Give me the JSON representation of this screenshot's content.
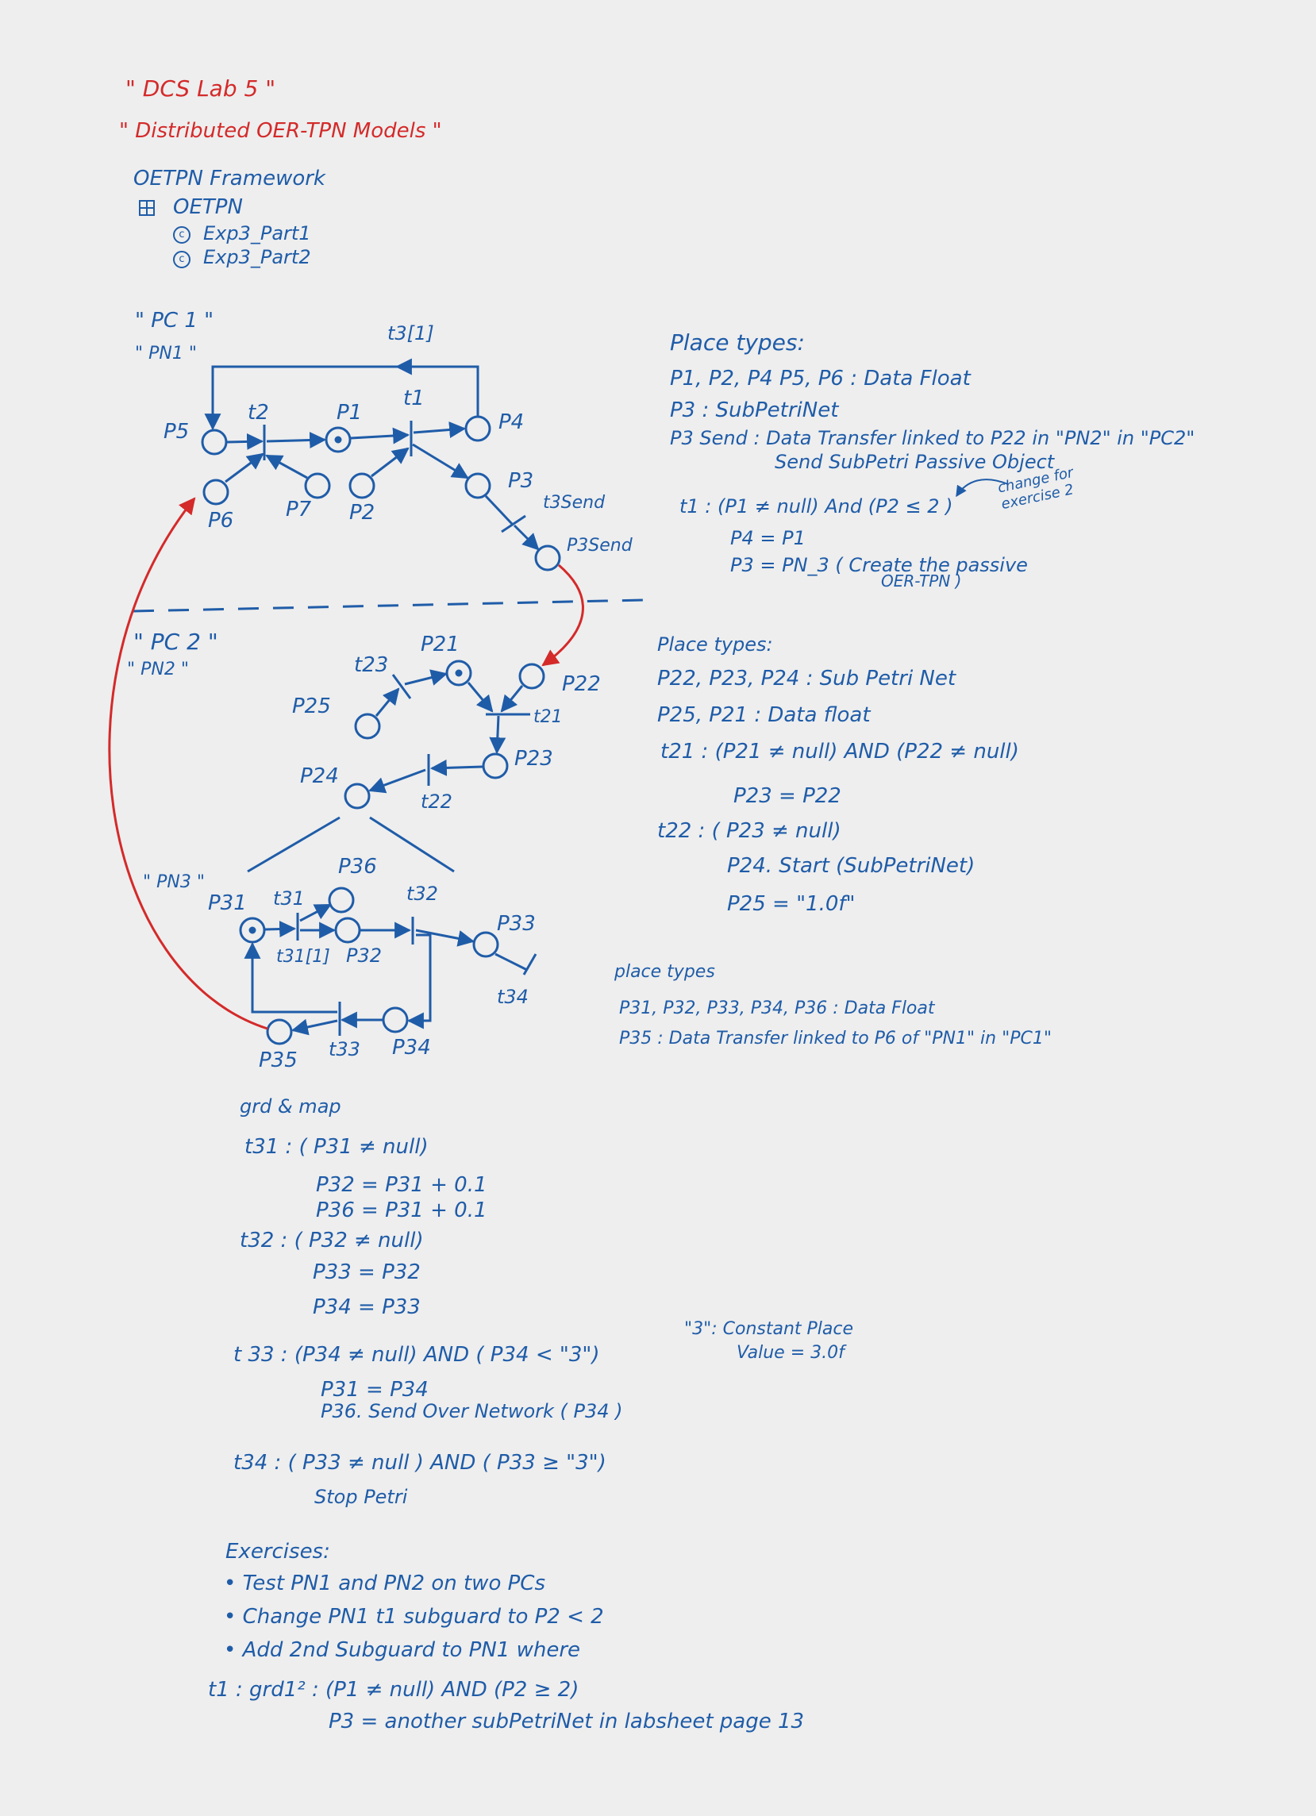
{
  "colors": {
    "ink": "#1f5ca8",
    "red": "#d42a2a",
    "paper": "#eeeeee"
  },
  "header": {
    "title": "\" DCS Lab 5 \"",
    "subtitle": "\" Distributed OER-TPN Models \"",
    "framework": "OETPN Framework",
    "tree_root": "OETPN",
    "tree_items": [
      "Exp3_Part1",
      "Exp3_Part2"
    ]
  },
  "pc1": {
    "pc_label": "\" PC 1 \"",
    "pn_label": "\" PN1 \"",
    "nodes": {
      "p5": "P5",
      "p1": "P1",
      "p4": "P4",
      "p6": "P6",
      "p7": "P7",
      "p2": "P2",
      "p3": "P3",
      "p3send": "P3Send",
      "t2": "t2",
      "t1": "t1",
      "t3": "t3[1]",
      "t3send": "t3Send"
    }
  },
  "pc2": {
    "pc_label": "\" PC 2 \"",
    "pn_label": "\" PN2 \"",
    "nodes": {
      "p21": "P21",
      "p22": "P22",
      "p23": "P23",
      "p24": "P24",
      "p25": "P25",
      "t23": "t23",
      "t21": "t21",
      "t22": "t22"
    }
  },
  "pn3": {
    "pn_label": "\" PN3 \"",
    "nodes": {
      "p31": "P31",
      "p32": "P32",
      "p33": "P33",
      "p34": "P34",
      "p35": "P35",
      "p36": "P36",
      "t31": "t31",
      "t31b": "t31[1]",
      "t32": "t32",
      "t33": "t33",
      "t34": "t34"
    }
  },
  "notes_pc1": {
    "heading": "Place types:",
    "lines": [
      "P1, P2, P4 P5, P6 : Data Float",
      "P3 : SubPetriNet",
      "P3 Send : Data Transfer linked to P22 in \"PN2\" in \"PC2\"",
      "Send SubPetri Passive Object"
    ],
    "t1_guard": "t1 : (P1 ≠ null) And (P2 ≤ 2 )",
    "change_note": "change for exercise 2",
    "t1_map": [
      "P4 = P1",
      "P3 = PN_3 ( Create the passive",
      "OER-TPN )"
    ]
  },
  "notes_pc2": {
    "heading": "Place types:",
    "lines": [
      "P22, P23, P24 : Sub Petri Net",
      "P25, P21 : Data float"
    ],
    "t21_guard": "t21 : (P21 ≠ null) AND (P22 ≠ null)",
    "t21_map": "P23 = P22",
    "t22_guard": "t22 : ( P23 ≠ null)",
    "t22_map": [
      "P24. Start (SubPetriNet)",
      "P25 = \"1.0f\""
    ]
  },
  "notes_pn3": {
    "heading": "place types",
    "lines": [
      "P31, P32, P33, P34, P36 : Data Float",
      "P35 : Data Transfer linked to P6 of \"PN1\" in \"PC1\""
    ]
  },
  "grd_map": {
    "heading": "grd & map",
    "t31_guard": "t31 : ( P31 ≠ null)",
    "t31_map": [
      "P32 = P31 + 0.1",
      "P36 = P31 + 0.1"
    ],
    "t32_guard": "t32 : ( P32 ≠ null)",
    "t32_map": [
      "P33 = P32",
      "P34 = P33"
    ],
    "t33_guard": "t 33 : (P34 ≠ null) AND ( P34 < \"3\")",
    "t33_map": [
      "P31 = P34",
      "P36. Send Over Network ( P34 )"
    ],
    "t34_guard": "t34 : ( P33 ≠ null ) AND ( P33 ≥ \"3\")",
    "t34_map": "Stop Petri",
    "constant_note": [
      "\"3\": Constant Place",
      "Value = 3.0f"
    ]
  },
  "exercises": {
    "heading": "Exercises:",
    "items": [
      "Test PN1 and PN2 on two PCs",
      "Change PN1 t1 subguard to P2 < 2",
      "Add 2nd Subguard to PN1 where"
    ],
    "t1_grd": "t1 : grd1² : (P1 ≠ null) AND (P2 ≥ 2)",
    "t1_map": "P3 = another subPetriNet in labsheet page 13"
  }
}
